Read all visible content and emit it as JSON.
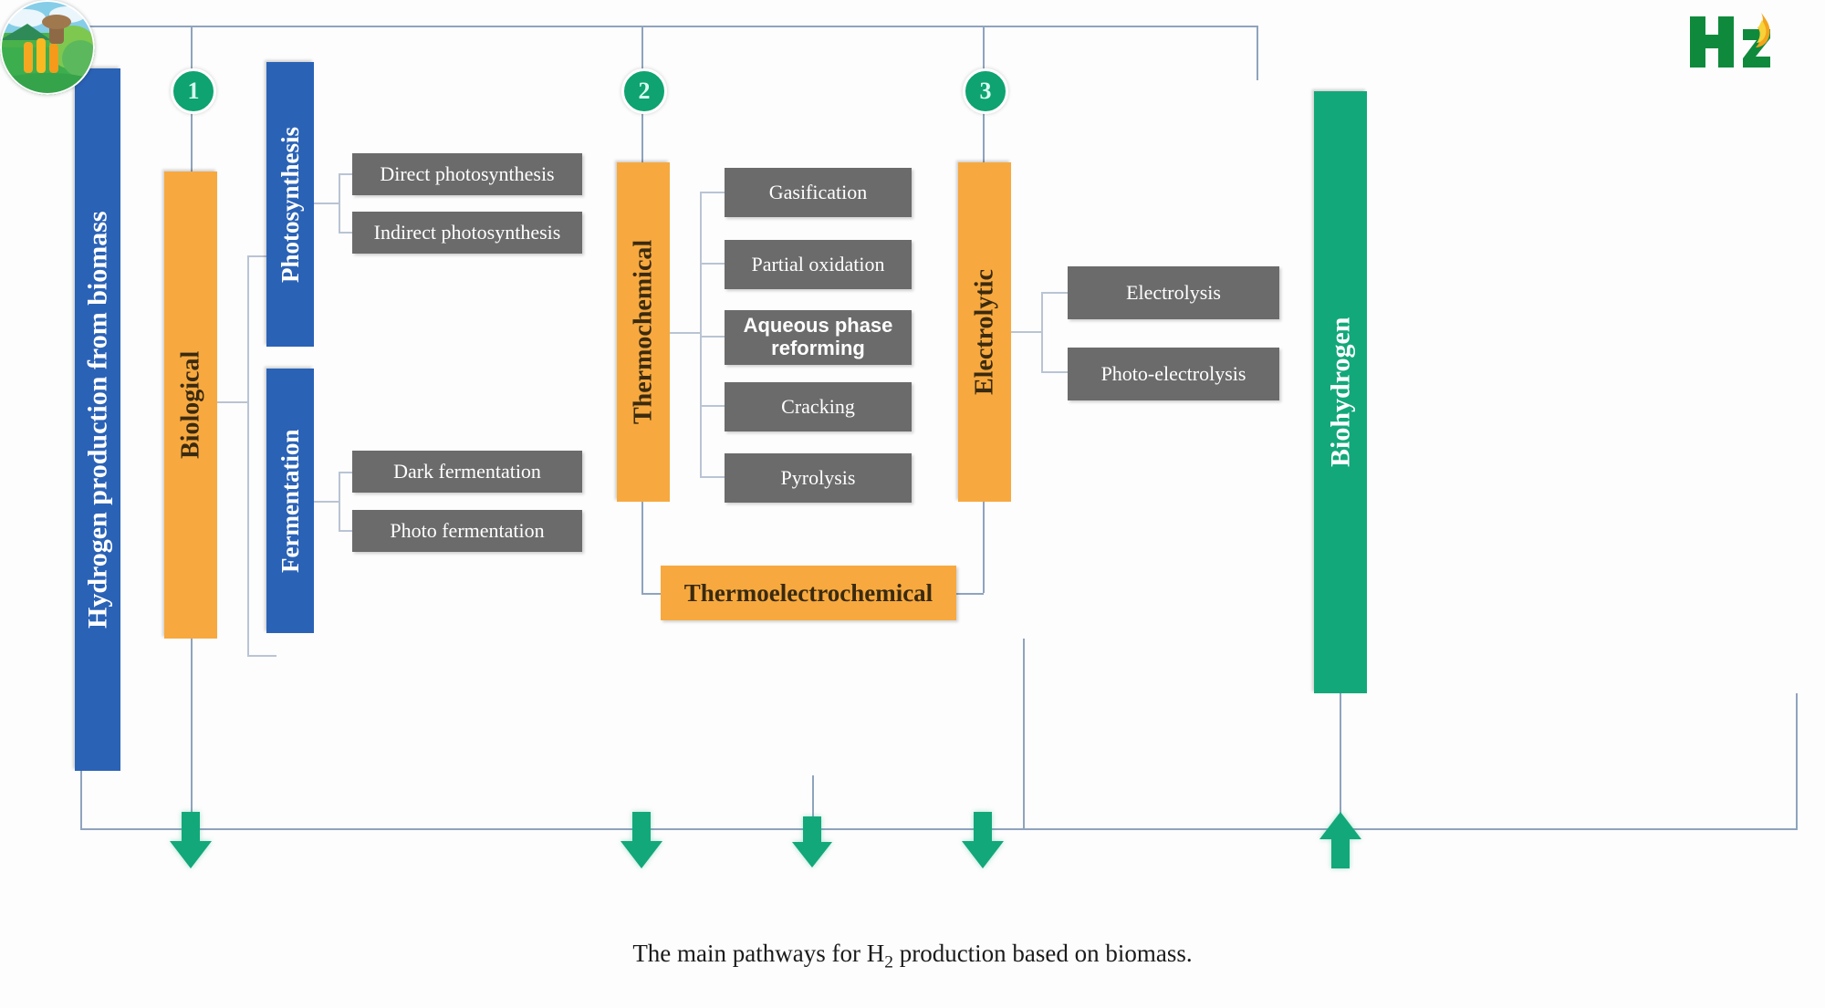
{
  "diagram": {
    "title": "Hydrogen production from biomass",
    "caption_prefix": "The main pathways for H",
    "caption_sub": "2",
    "caption_suffix": " production based on biomass.",
    "source_label": "Hydrogen production from biomass",
    "output_label": "Biohydrogen",
    "logo_text": "H",
    "logo_sub": "2",
    "badges": [
      "1",
      "2",
      "3"
    ],
    "colors": {
      "blue": "#2a62b6",
      "orange": "#f7a93f",
      "grey": "#6b6b6b",
      "green": "#12a87a",
      "badge_green": "#0ea370",
      "connector": "#b9c4d4"
    }
  },
  "branches": [
    {
      "number": "1",
      "label": "Biological",
      "subgroups": [
        {
          "label": "Photosynthesis",
          "items": [
            "Direct photosynthesis",
            "Indirect photosynthesis"
          ]
        },
        {
          "label": "Fermentation",
          "items": [
            "Dark fermentation",
            "Photo fermentation"
          ]
        }
      ]
    },
    {
      "number": "2",
      "label": "Thermochemical",
      "subgroups": [
        {
          "label": "",
          "items": [
            "Gasification",
            "Partial oxidation",
            "Aqueous phase reforming",
            "Cracking",
            "Pyrolysis"
          ]
        }
      ]
    },
    {
      "number": "3",
      "label": "Electrolytic",
      "subgroups": [
        {
          "label": "",
          "items": [
            "Electrolysis",
            "Photo-electrolysis"
          ]
        }
      ]
    }
  ],
  "hybrid": {
    "label": "Thermoelectrochemical"
  },
  "icons": {
    "biomass": "biomass-photo-icon",
    "arrow_down": "arrow-down-icon",
    "arrow_up": "arrow-up-icon",
    "h2_flame": "h2-flame-logo-icon"
  }
}
